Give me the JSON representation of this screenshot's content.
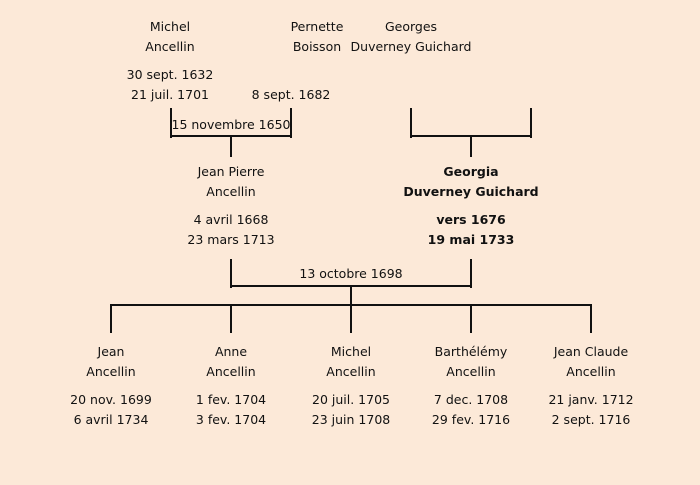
{
  "grandparents": [
    {
      "first": "Michel",
      "last": "Ancellin",
      "birth": "30 sept. 1632",
      "death": "21 juil. 1701"
    },
    {
      "first": "Pernette",
      "last": "Boisson",
      "birth": "",
      "death": "8 sept. 1682"
    },
    {
      "first": "Georges",
      "last": "Duverney Guichard",
      "birth": "",
      "death": ""
    }
  ],
  "grandparents_marriage": "15 novembre 1650",
  "parents": [
    {
      "first": "Jean Pierre",
      "last": "Ancellin",
      "birth": "4 avril 1668",
      "death": "23 mars 1713"
    },
    {
      "first": "Georgia",
      "last": "Duverney Guichard",
      "birth": "vers 1676",
      "death": "19 mai 1733",
      "highlighted": true
    }
  ],
  "parents_marriage": "13 octobre 1698",
  "children": [
    {
      "first": "Jean",
      "last": "Ancellin",
      "birth": "20 nov. 1699",
      "death": "6 avril 1734"
    },
    {
      "first": "Anne",
      "last": "Ancellin",
      "birth": "1 fev. 1704",
      "death": "3 fev. 1704"
    },
    {
      "first": "Michel",
      "last": "Ancellin",
      "birth": "20 juil. 1705",
      "death": "23 juin 1708"
    },
    {
      "first": "Barthélémy",
      "last": "Ancellin",
      "birth": "7 dec. 1708",
      "death": "29 fev. 1716"
    },
    {
      "first": "Jean Claude",
      "last": "Ancellin",
      "birth": "21 janv. 1712",
      "death": "2 sept. 1716"
    }
  ]
}
